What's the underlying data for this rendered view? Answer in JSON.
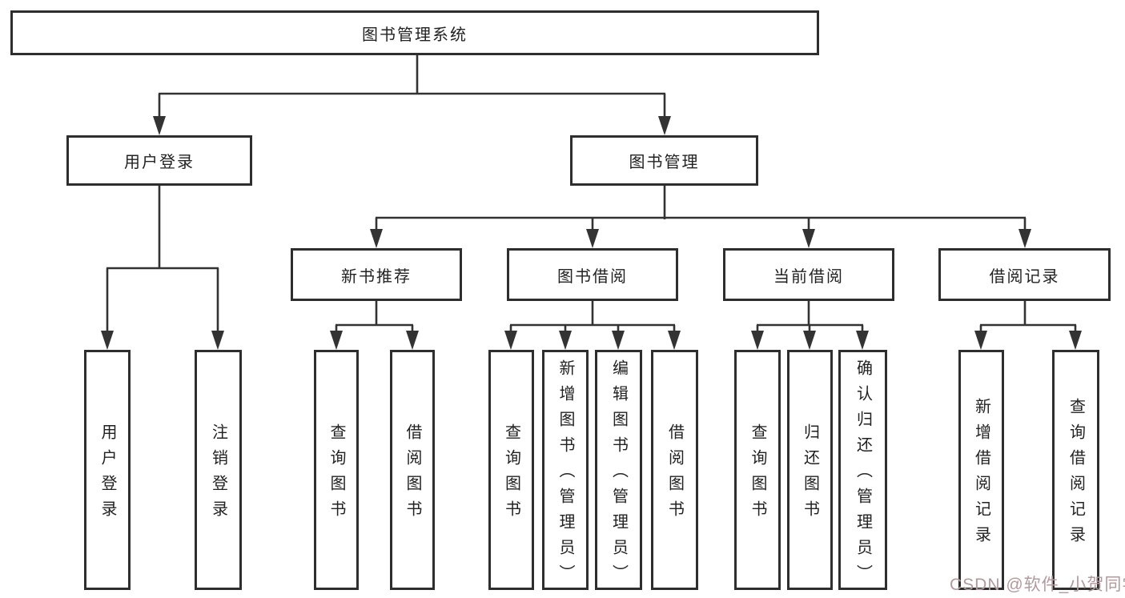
{
  "colors": {
    "line": "#333333",
    "box_border": "#2e2e2e",
    "text": "#222222",
    "watermark": "#b3999b",
    "background": "#ffffff"
  },
  "diagram": {
    "root": {
      "label": "图书管理系统"
    },
    "level2": [
      {
        "label": "用户登录"
      },
      {
        "label": "图书管理"
      }
    ],
    "level3": [
      {
        "label": "新书推荐"
      },
      {
        "label": "图书借阅"
      },
      {
        "label": "当前借阅"
      },
      {
        "label": "借阅记录"
      }
    ],
    "leaves": [
      {
        "label": "用户登录"
      },
      {
        "label": "注销登录"
      },
      {
        "label": "查询图书"
      },
      {
        "label": "借阅图书"
      },
      {
        "label": "查询图书"
      },
      {
        "label": "新增图书（管理员）"
      },
      {
        "label": "编辑图书（管理员）"
      },
      {
        "label": "借阅图书"
      },
      {
        "label": "查询图书"
      },
      {
        "label": "归还图书"
      },
      {
        "label": "确认归还（管理员）"
      },
      {
        "label": "新增借阅记录"
      },
      {
        "label": "查询借阅记录"
      }
    ]
  },
  "watermark": {
    "text": "CSDN @软件_小贺同学"
  }
}
